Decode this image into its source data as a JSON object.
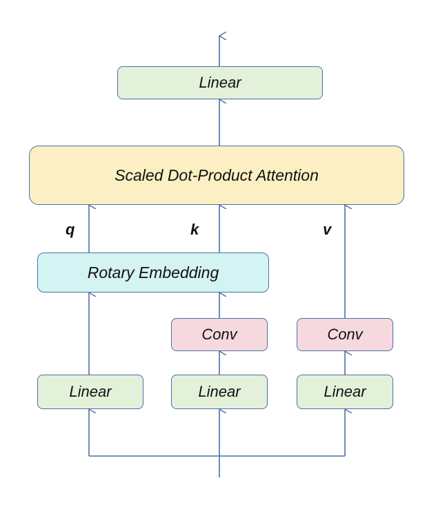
{
  "diagram": {
    "top_linear": "Linear",
    "attention": "Scaled Dot-Product Attention",
    "rotary": "Rotary Embedding",
    "conv_k": "Conv",
    "conv_v": "Conv",
    "linear_q": "Linear",
    "linear_k": "Linear",
    "linear_v": "Linear",
    "label_q": "q",
    "label_k": "k",
    "label_v": "v"
  },
  "colors": {
    "arrow": "#4a6fa5",
    "linear_fill": "#e3f0da",
    "attention_fill": "#fcefc4",
    "rotary_fill": "#d4f3f3",
    "conv_fill": "#f6d9de"
  }
}
